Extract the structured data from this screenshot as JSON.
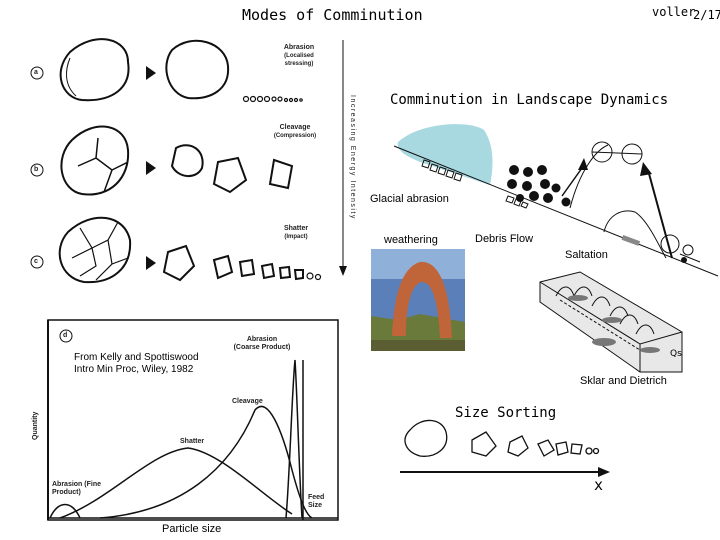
{
  "slide": {
    "title": "Modes of Comminution",
    "author": "voller",
    "page": "2/17"
  },
  "left_figure": {
    "row_labels": [
      "a",
      "b",
      "c",
      "d"
    ],
    "modes": [
      {
        "name": "Abrasion",
        "sub": "(Localised stressing)"
      },
      {
        "name": "Cleavage",
        "sub": "(Compression)"
      },
      {
        "name": "Shatter",
        "sub": "(Impact)"
      }
    ],
    "energy_axis": "Increasing Energy Intensity",
    "credit_line1": "From Kelly and Spottiswood",
    "credit_line2": "Intro Min Proc, Wiley, 1982",
    "plot": {
      "ylabel": "Quantity",
      "xlabel": "Particle size",
      "abrasion_coarse": "Abrasion (Coarse Product)",
      "cleavage": "Cleavage",
      "shatter": "Shatter",
      "abrasion_fine": "Abrasion (Fine Product)",
      "feed": "Feed Size"
    }
  },
  "right_figure": {
    "title": "Comminution in Landscape Dynamics",
    "glacial": "Glacial abrasion",
    "weathering": "weathering",
    "debris": "Debris Flow",
    "saltation": "Saltation",
    "credit": "Sklar and Dietrich",
    "sorting_title": "Size Sorting",
    "x_label": "x",
    "ice_color": "#a8d8e0",
    "photo_sky": "#5b7fb8",
    "photo_rock": "#c0643a"
  }
}
